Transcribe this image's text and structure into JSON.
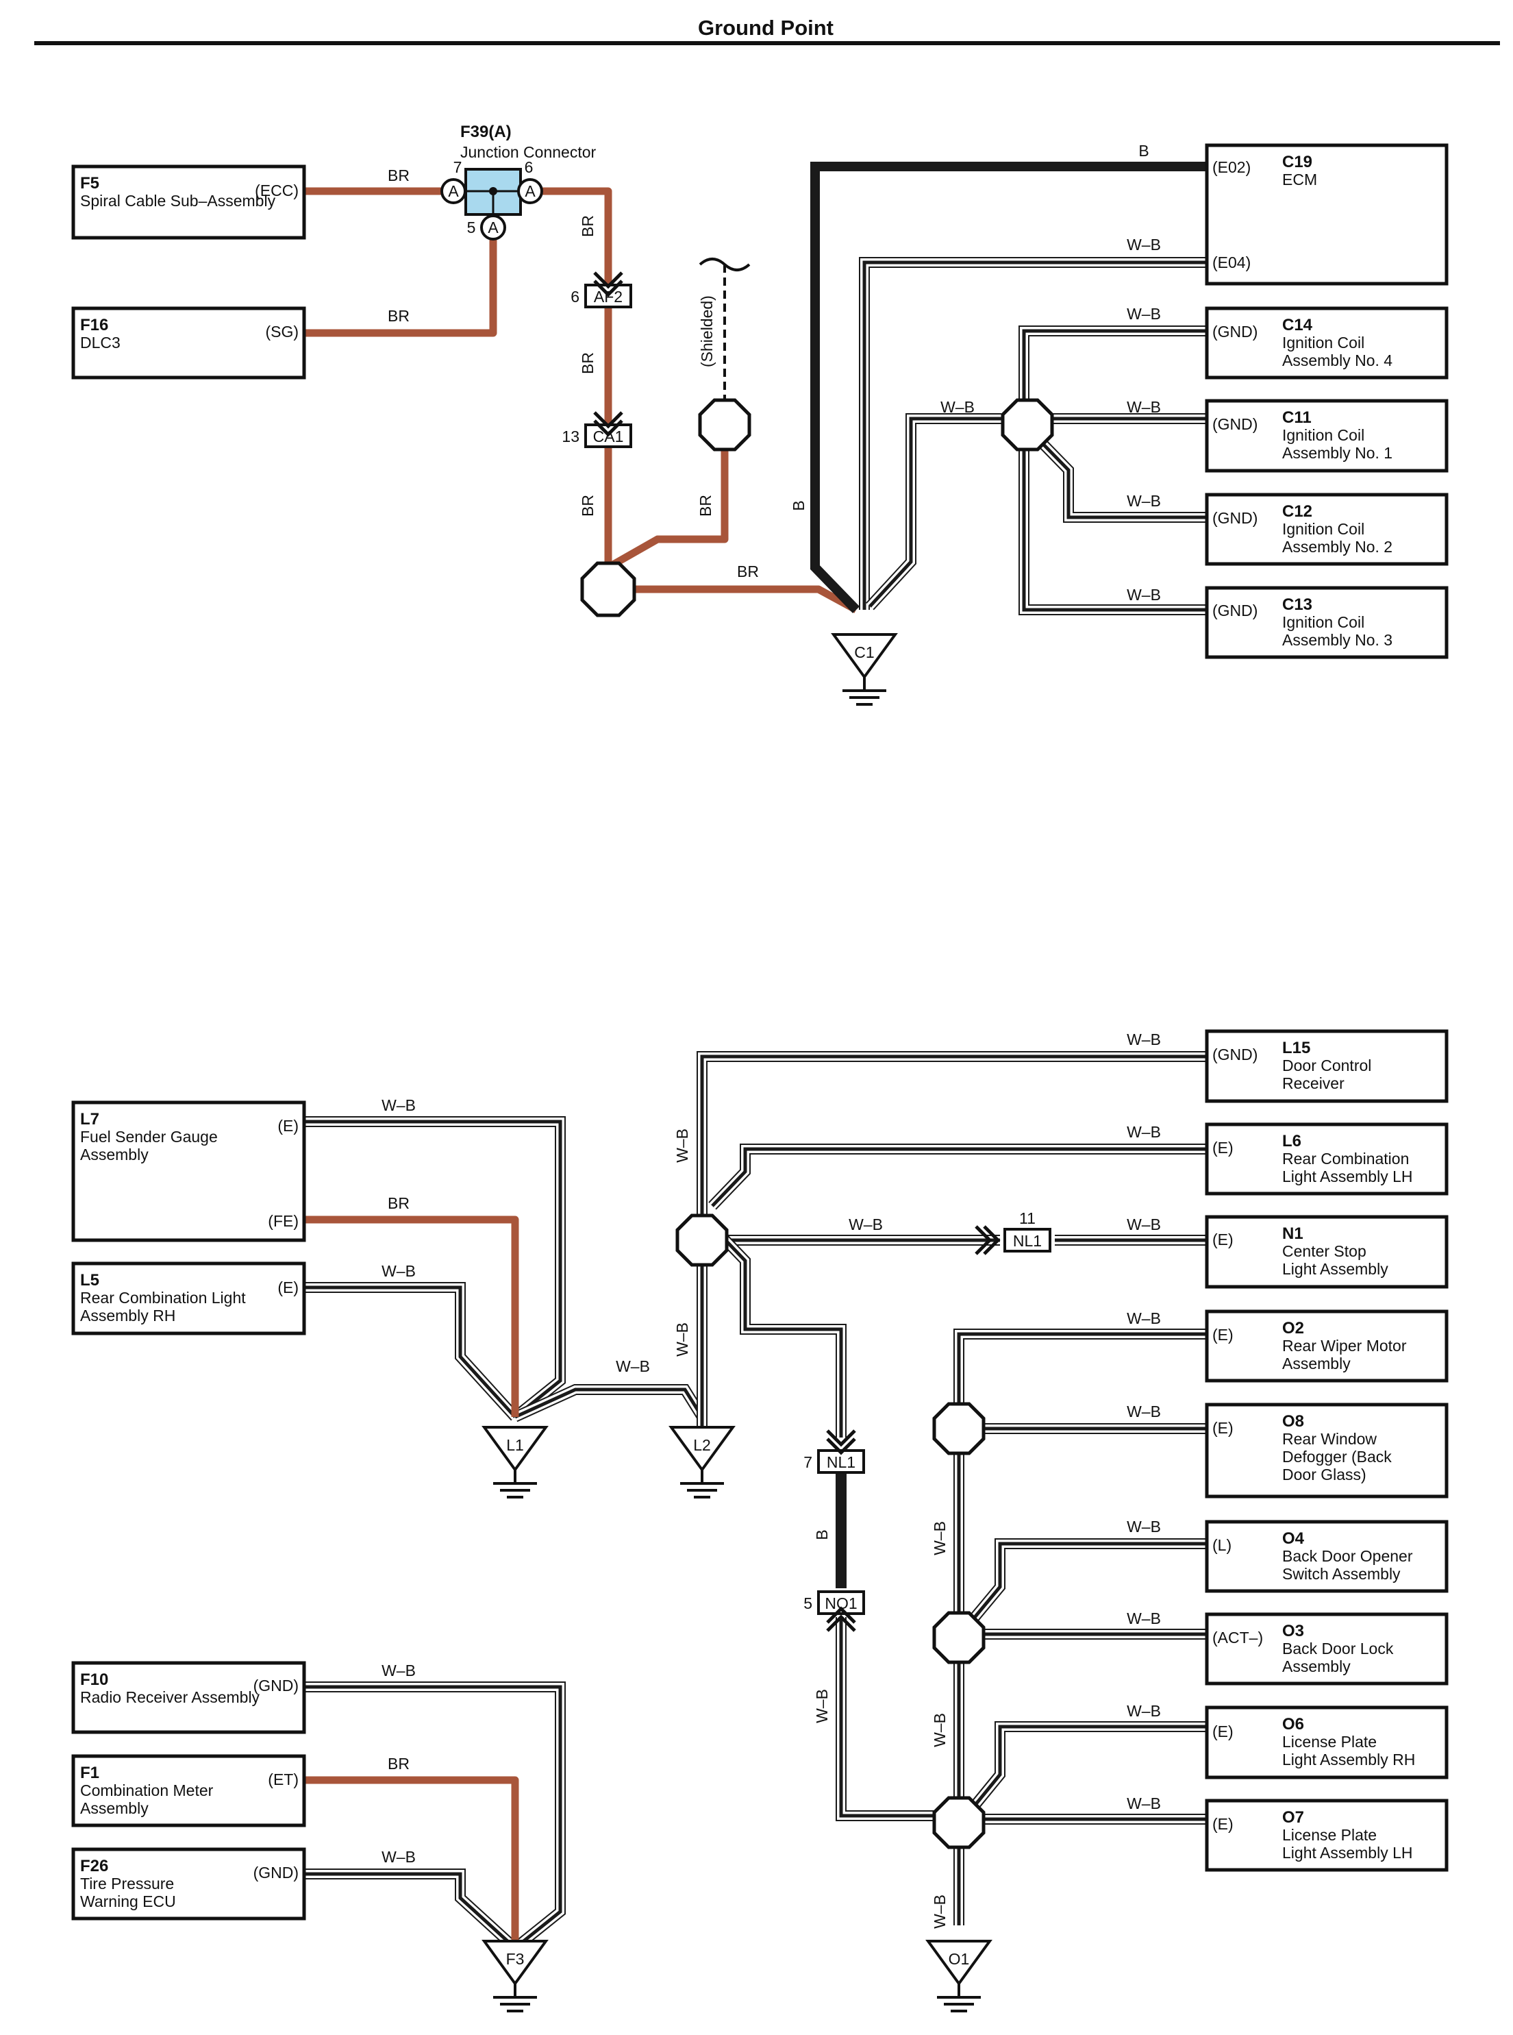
{
  "title": "Ground Point",
  "wire_colors": {
    "BR": "#a8553a",
    "B": "#1a1a1a",
    "W-B": "#1a1a1a"
  },
  "junction": {
    "id": "F39(A)",
    "name": "Junction Connector",
    "pins": [
      "7",
      "6",
      "5"
    ],
    "pin_label": "A",
    "color": "#a9d9ee"
  },
  "components": [
    {
      "id": "F5",
      "name": [
        "Spiral Cable Sub–Assembly"
      ],
      "pins": [
        "(ECC)"
      ]
    },
    {
      "id": "F16",
      "name": [
        "DLC3"
      ],
      "pins": [
        "(SG)"
      ]
    },
    {
      "id": "C19",
      "name": [
        "ECM"
      ],
      "pins": [
        "(E02)",
        "(E04)"
      ]
    },
    {
      "id": "C14",
      "name": [
        "Ignition Coil",
        "Assembly No. 4"
      ],
      "pins": [
        "(GND)"
      ]
    },
    {
      "id": "C11",
      "name": [
        "Ignition Coil",
        "Assembly No. 1"
      ],
      "pins": [
        "(GND)"
      ]
    },
    {
      "id": "C12",
      "name": [
        "Ignition Coil",
        "Assembly No. 2"
      ],
      "pins": [
        "(GND)"
      ]
    },
    {
      "id": "C13",
      "name": [
        "Ignition Coil",
        "Assembly No. 3"
      ],
      "pins": [
        "(GND)"
      ]
    },
    {
      "id": "L7",
      "name": [
        "Fuel Sender Gauge",
        "Assembly"
      ],
      "pins": [
        "(E)",
        "(FE)"
      ]
    },
    {
      "id": "L5",
      "name": [
        "Rear Combination Light",
        "Assembly RH"
      ],
      "pins": [
        "(E)"
      ]
    },
    {
      "id": "L15",
      "name": [
        "Door Control",
        "Receiver"
      ],
      "pins": [
        "(GND)"
      ]
    },
    {
      "id": "L6",
      "name": [
        "Rear Combination",
        "Light Assembly LH"
      ],
      "pins": [
        "(E)"
      ]
    },
    {
      "id": "N1",
      "name": [
        "Center Stop",
        "Light Assembly"
      ],
      "pins": [
        "(E)"
      ]
    },
    {
      "id": "O2",
      "name": [
        "Rear Wiper Motor",
        "Assembly"
      ],
      "pins": [
        "(E)"
      ]
    },
    {
      "id": "O8",
      "name": [
        "Rear Window",
        "Defogger (Back",
        "Door Glass)"
      ],
      "pins": [
        "(E)"
      ]
    },
    {
      "id": "O4",
      "name": [
        "Back Door Opener",
        "Switch Assembly"
      ],
      "pins": [
        "(L)"
      ]
    },
    {
      "id": "O3",
      "name": [
        "Back Door Lock",
        "Assembly"
      ],
      "pins": [
        "(ACT–)"
      ]
    },
    {
      "id": "O6",
      "name": [
        "License Plate",
        "Light Assembly RH"
      ],
      "pins": [
        "(E)"
      ]
    },
    {
      "id": "O7",
      "name": [
        "License Plate",
        "Light Assembly LH"
      ],
      "pins": [
        "(E)"
      ]
    },
    {
      "id": "F10",
      "name": [
        "Radio Receiver Assembly"
      ],
      "pins": [
        "(GND)"
      ]
    },
    {
      "id": "F1",
      "name": [
        "Combination Meter",
        "Assembly"
      ],
      "pins": [
        "(ET)"
      ]
    },
    {
      "id": "F26",
      "name": [
        "Tire Pressure",
        "Warning ECU"
      ],
      "pins": [
        "(GND)"
      ]
    }
  ],
  "connectors": [
    {
      "id": "AF2",
      "pin": "6"
    },
    {
      "id": "CA1",
      "pin": "13"
    },
    {
      "id": "NL1",
      "pin": "11"
    },
    {
      "id": "NL1",
      "pin": "7"
    },
    {
      "id": "NO1",
      "pin": "5"
    }
  ],
  "grounds": [
    "C1",
    "L1",
    "L2",
    "F3",
    "O1"
  ],
  "wire_labels": [
    "BR",
    "B",
    "W–B"
  ],
  "shielded_label": "(Shielded)"
}
